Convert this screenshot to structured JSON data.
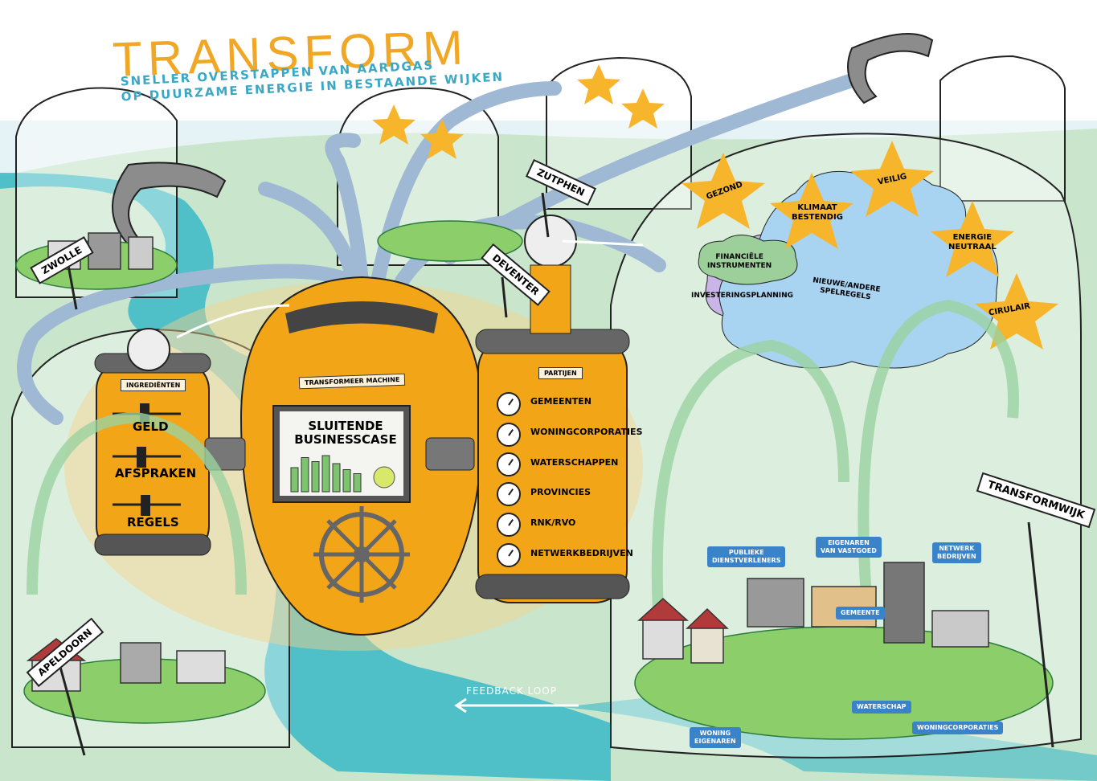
{
  "title": "TRANSFORM",
  "subtitle": "Sneller overstappen van aardgas\nop duurzame energie in bestaande wijken",
  "cities": {
    "zwolle": "ZWOLLE",
    "zutphen": "ZUTPHEN",
    "deventer": "DEVENTER",
    "apeldoorn": "APELDOORN",
    "transformwijk": "TRANSFORMWIJK"
  },
  "machine": {
    "label": "TRANSFORMEER MACHINE",
    "screen": "SLUITENDE\nBUSINESSCASE",
    "screen_bars": [
      60,
      85,
      75,
      90,
      70,
      55,
      45
    ]
  },
  "ingredients": {
    "header": "INGREDIËNTEN",
    "items": [
      "GELD",
      "AFSPRAKEN",
      "REGELS"
    ]
  },
  "parties": {
    "header": "PARTIJEN",
    "items": [
      "GEMEENTEN",
      "WONINGCORPORATIES",
      "WATERSCHAPPEN",
      "PROVINCIES",
      "RNK/RVO",
      "NETWERKBEDRIJVEN"
    ]
  },
  "stars": {
    "gezond": "GEZOND",
    "klimaat": "KLIMAAT\nBESTENDIG",
    "veilig": "VEILIG",
    "energie": "ENERGIE\nNEUTRAAL",
    "circulair": "CIRULAIR"
  },
  "clouds": {
    "financieel": "FINANCIËLE\nINSTRUMENTEN",
    "investering": "INVESTERINGSPLANNING",
    "spelregels": "NIEUWE/ANDERE\nSPELREGELS"
  },
  "stakeholders": {
    "publieke": "PUBLIEKE\nDIENSTVERLENERS",
    "eigenaren": "EIGENAREN\nVAN VASTGOED",
    "netwerk": "NETWERK\nBEDRIJVEN",
    "gemeente": "GEMEENTE",
    "waterschap": "WATERSCHAP",
    "woningcorp": "WONINGCORPORATIES",
    "woningeigenaren": "WONING\nEIGENAREN"
  },
  "feedback": "FEEDBACK LOOP",
  "colors": {
    "machine_orange": "#f2a516",
    "sky": "#e6f3f6",
    "grass": "#bfe0c4",
    "river": "#3ab7c7",
    "tag_blue": "#3b83c9",
    "star": "#f7b52c"
  }
}
